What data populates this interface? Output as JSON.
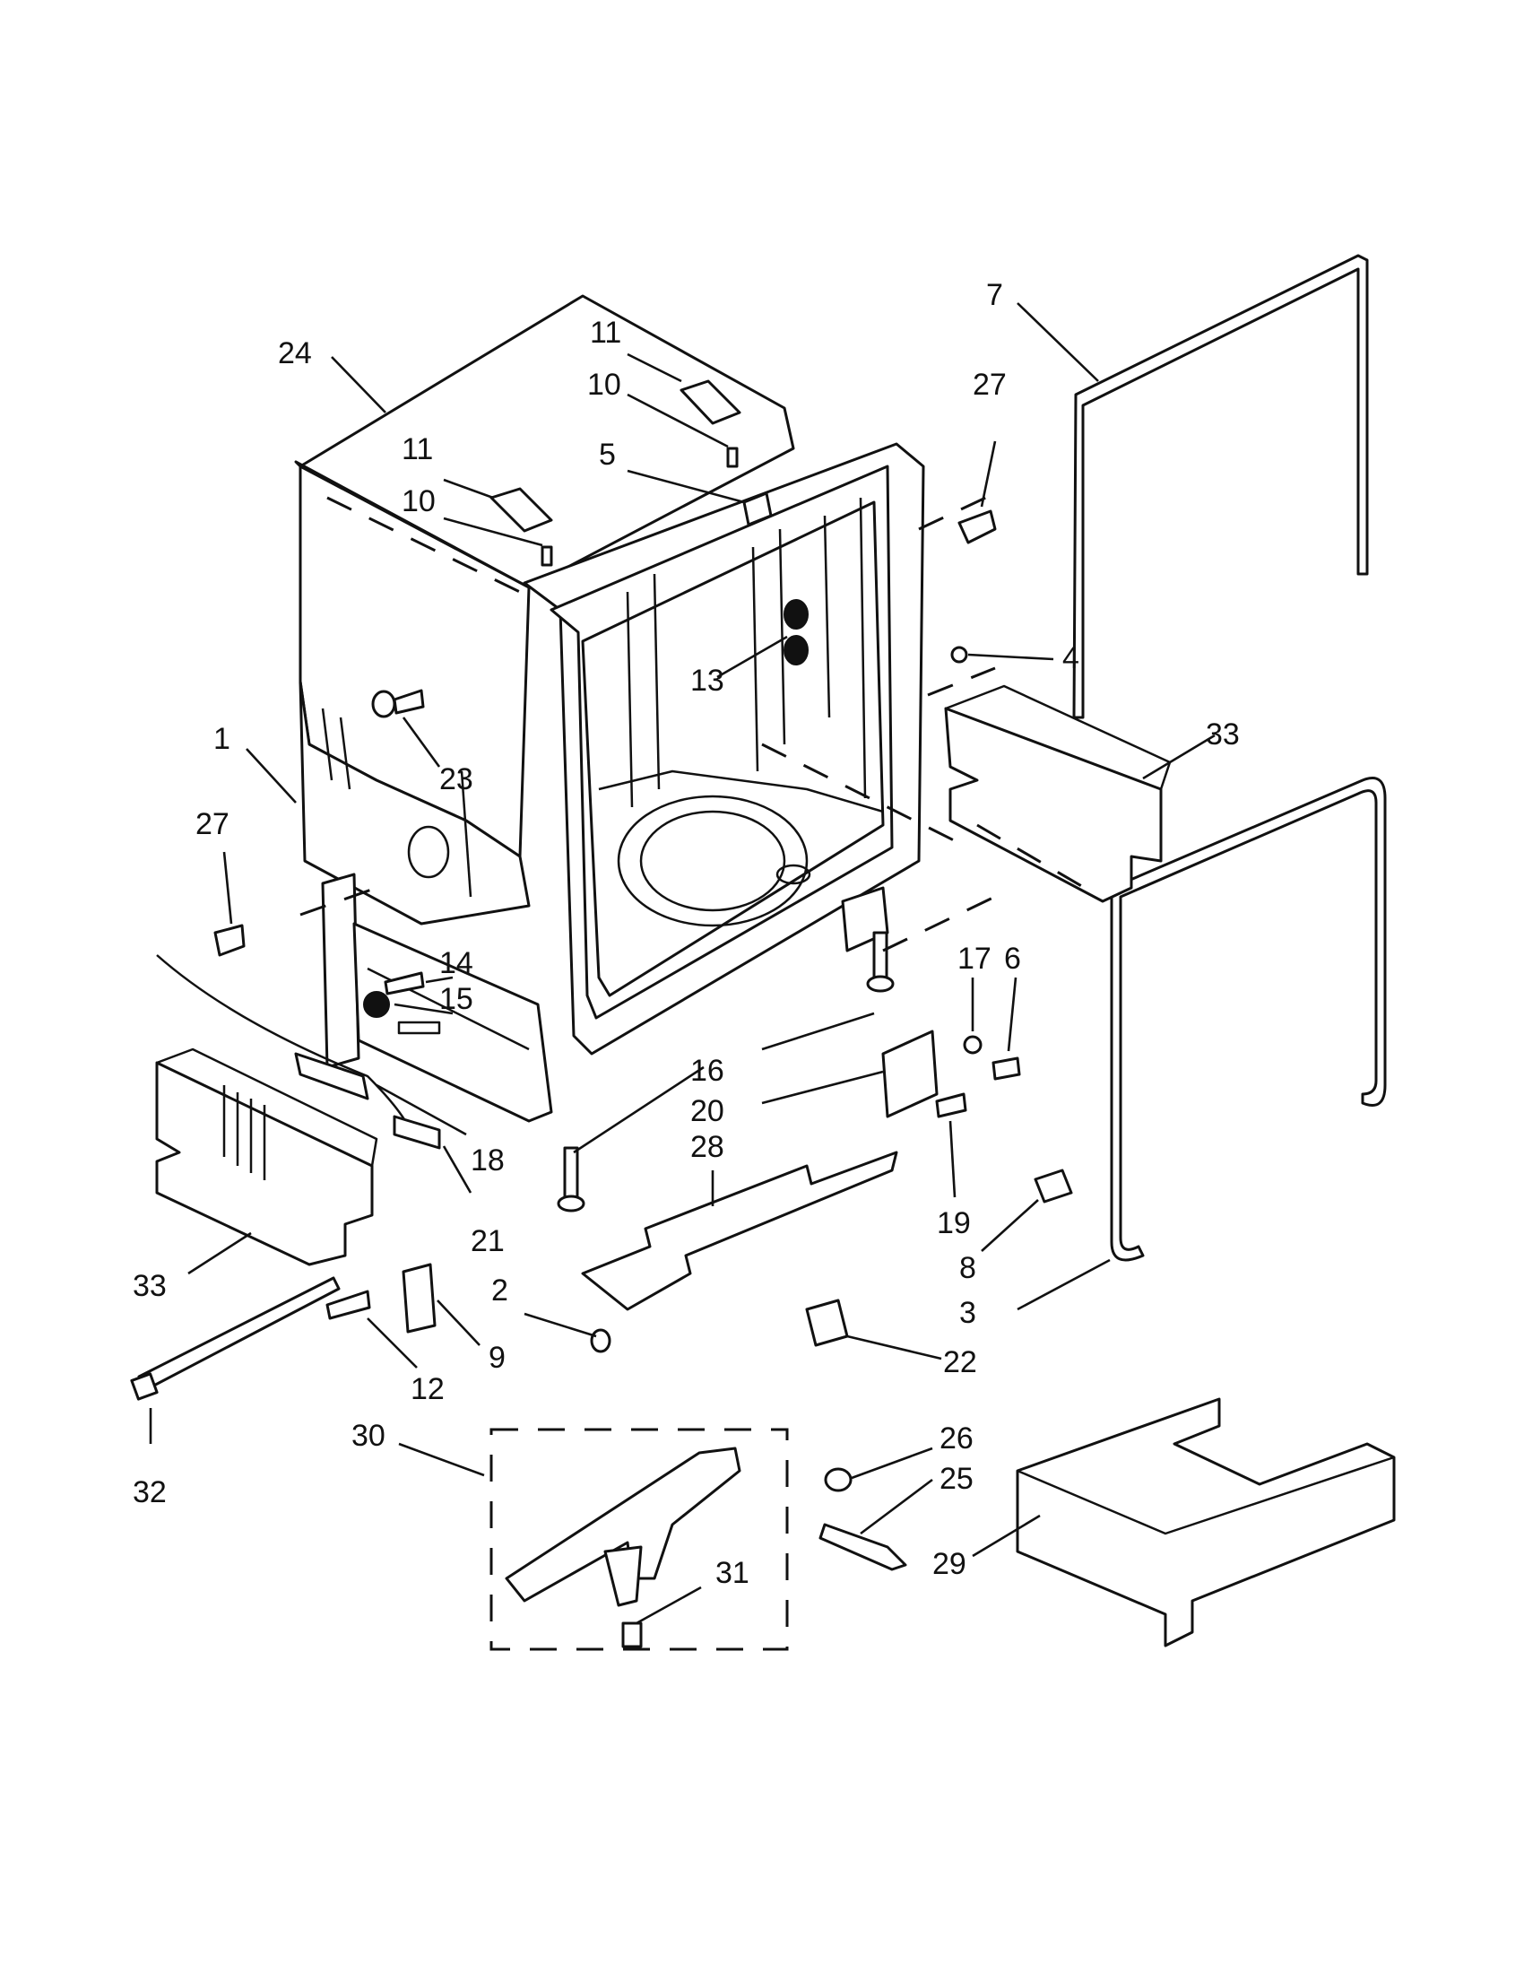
{
  "diagram": {
    "callouts": [
      {
        "id": "c1",
        "label": "1",
        "part": "tub"
      },
      {
        "id": "c2",
        "label": "2",
        "part": "screw"
      },
      {
        "id": "c3",
        "label": "3",
        "part": "tub-gasket"
      },
      {
        "id": "c4",
        "label": "4",
        "part": "plug"
      },
      {
        "id": "c5",
        "label": "5",
        "part": "clip"
      },
      {
        "id": "c6",
        "label": "6",
        "part": "screw"
      },
      {
        "id": "c7",
        "label": "7",
        "part": "door-gasket"
      },
      {
        "id": "c8",
        "label": "8",
        "part": "clip"
      },
      {
        "id": "c9",
        "label": "9",
        "part": "bracket"
      },
      {
        "id": "c10a",
        "label": "10",
        "part": "screw"
      },
      {
        "id": "c10b",
        "label": "10",
        "part": "screw"
      },
      {
        "id": "c11a",
        "label": "11",
        "part": "mounting-bracket"
      },
      {
        "id": "c11b",
        "label": "11",
        "part": "mounting-bracket"
      },
      {
        "id": "c12",
        "label": "12",
        "part": "screw"
      },
      {
        "id": "c13",
        "label": "13",
        "part": "vent"
      },
      {
        "id": "c14",
        "label": "14",
        "part": "screw"
      },
      {
        "id": "c15",
        "label": "15",
        "part": "pulley"
      },
      {
        "id": "c16",
        "label": "16",
        "part": "leveling-leg"
      },
      {
        "id": "c17",
        "label": "17",
        "part": "washer"
      },
      {
        "id": "c18",
        "label": "18",
        "part": "door-spring"
      },
      {
        "id": "c19",
        "label": "19",
        "part": "screw"
      },
      {
        "id": "c20",
        "label": "20",
        "part": "bracket"
      },
      {
        "id": "c21",
        "label": "21",
        "part": "cable"
      },
      {
        "id": "c22",
        "label": "22",
        "part": "switch"
      },
      {
        "id": "c23",
        "label": "23",
        "part": "fastener"
      },
      {
        "id": "c24",
        "label": "24",
        "part": "insulation-blanket"
      },
      {
        "id": "c25",
        "label": "25",
        "part": "bracket"
      },
      {
        "id": "c26",
        "label": "26",
        "part": "thermostat"
      },
      {
        "id": "c27a",
        "label": "27",
        "part": "cap"
      },
      {
        "id": "c27b",
        "label": "27",
        "part": "cap"
      },
      {
        "id": "c28",
        "label": "28",
        "part": "heat-shield"
      },
      {
        "id": "c29",
        "label": "29",
        "part": "insulation-base"
      },
      {
        "id": "c30",
        "label": "30",
        "part": "float-assembly"
      },
      {
        "id": "c31",
        "label": "31",
        "part": "float-switch"
      },
      {
        "id": "c32",
        "label": "32",
        "part": "cable-tie"
      },
      {
        "id": "c33a",
        "label": "33",
        "part": "side-insulation"
      },
      {
        "id": "c33b",
        "label": "33",
        "part": "side-insulation"
      }
    ]
  }
}
